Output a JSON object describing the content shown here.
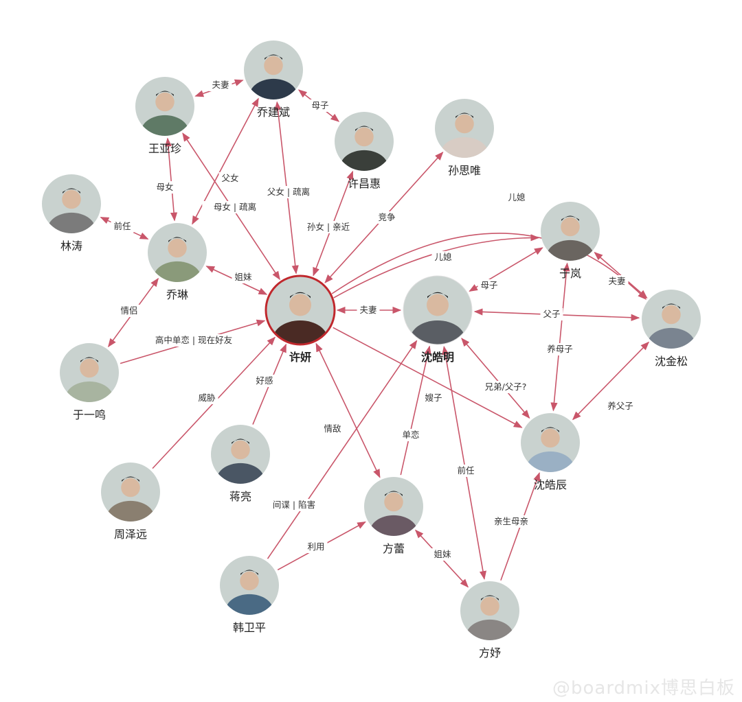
{
  "nodes": [
    {
      "id": "qiaojianbin",
      "name": "乔建斌"
    },
    {
      "id": "wangyazhen",
      "name": "王亚珍"
    },
    {
      "id": "xuchanghui",
      "name": "许昌惠"
    },
    {
      "id": "sunsiwei",
      "name": "孙思唯"
    },
    {
      "id": "lintao",
      "name": "林涛"
    },
    {
      "id": "qiaolin",
      "name": "乔琳"
    },
    {
      "id": "xuyan",
      "name": "许妍",
      "main": true
    },
    {
      "id": "shenhaoming",
      "name": "沈皓明",
      "main": true
    },
    {
      "id": "yulan",
      "name": "于岚"
    },
    {
      "id": "shenjinsong",
      "name": "沈金松"
    },
    {
      "id": "yuyiming",
      "name": "于一鸣"
    },
    {
      "id": "zhouzeyuan",
      "name": "周泽远"
    },
    {
      "id": "jiangliang",
      "name": "蒋亮"
    },
    {
      "id": "shenhaochen",
      "name": "沈皓辰"
    },
    {
      "id": "fanglei",
      "name": "方蕾"
    },
    {
      "id": "hanweiping",
      "name": "韩卫平"
    },
    {
      "id": "fangyu",
      "name": "方妤"
    }
  ],
  "edges": [
    {
      "from": "wangyazhen",
      "to": "qiaojianbin",
      "label": "夫妻",
      "dir": "both"
    },
    {
      "from": "qiaojianbin",
      "to": "xuchanghui",
      "label": "母子",
      "dir": "both"
    },
    {
      "from": "wangyazhen",
      "to": "qiaolin",
      "label": "母女",
      "dir": "both"
    },
    {
      "from": "qiaojianbin",
      "to": "qiaolin",
      "label": "父女",
      "dir": "both"
    },
    {
      "from": "wangyazhen",
      "to": "xuyan",
      "label": "母女 | 疏离",
      "dir": "both"
    },
    {
      "from": "qiaojianbin",
      "to": "xuyan",
      "label": "父女 | 疏离",
      "dir": "both"
    },
    {
      "from": "xuchanghui",
      "to": "xuyan",
      "label": "孙女 | 亲近",
      "dir": "both"
    },
    {
      "from": "sunsiwei",
      "to": "xuyan",
      "label": "竞争",
      "dir": "both"
    },
    {
      "from": "xuyan",
      "to": "shenjinsong",
      "label": "儿媳",
      "dir": "to"
    },
    {
      "from": "xuyan",
      "to": "yulan",
      "label": "儿媳",
      "dir": "to"
    },
    {
      "from": "lintao",
      "to": "qiaolin",
      "label": "前任",
      "dir": "both"
    },
    {
      "from": "qiaolin",
      "to": "xuyan",
      "label": "姐妹",
      "dir": "both"
    },
    {
      "from": "xuyan",
      "to": "shenhaoming",
      "label": "夫妻",
      "dir": "both"
    },
    {
      "from": "shenhaoming",
      "to": "yulan",
      "label": "母子",
      "dir": "both"
    },
    {
      "from": "yulan",
      "to": "shenjinsong",
      "label": "夫妻",
      "dir": "both"
    },
    {
      "from": "shenhaoming",
      "to": "shenjinsong",
      "label": "父子",
      "dir": "both"
    },
    {
      "from": "qiaolin",
      "to": "yuyiming",
      "label": "情侣",
      "dir": "both"
    },
    {
      "from": "yuyiming",
      "to": "xuyan",
      "label": "高中单恋 | 现在好友",
      "dir": "to"
    },
    {
      "from": "yulan",
      "to": "shenhaochen",
      "label": "养母子",
      "dir": "both"
    },
    {
      "from": "shenhaoming",
      "to": "shenhaochen",
      "label": "兄弟/父子?",
      "dir": "both"
    },
    {
      "from": "shenjinsong",
      "to": "shenhaochen",
      "label": "养父子",
      "dir": "both"
    },
    {
      "from": "xuyan",
      "to": "shenhaochen",
      "label": "嫂子",
      "dir": "to"
    },
    {
      "from": "zhouzeyuan",
      "to": "xuyan",
      "label": "威胁",
      "dir": "to"
    },
    {
      "from": "jiangliang",
      "to": "xuyan",
      "label": "好感",
      "dir": "to"
    },
    {
      "from": "xuyan",
      "to": "fanglei",
      "label": "情敌",
      "dir": "both"
    },
    {
      "from": "fanglei",
      "to": "shenhaoming",
      "label": "单恋",
      "dir": "to"
    },
    {
      "from": "fangyu",
      "to": "shenhaoming",
      "label": "前任",
      "dir": "both"
    },
    {
      "from": "fangyu",
      "to": "shenhaochen",
      "label": "亲生母亲",
      "dir": "to"
    },
    {
      "from": "hanweiping",
      "to": "shenhaoming",
      "label": "间谍 | 陷害",
      "dir": "to"
    },
    {
      "from": "hanweiping",
      "to": "fanglei",
      "label": "利用",
      "dir": "to"
    },
    {
      "from": "fanglei",
      "to": "fangyu",
      "label": "姐妹",
      "dir": "both"
    }
  ],
  "watermark": "@boardmix博思白板",
  "colors": {
    "edge": "#c9566a",
    "highlight": "#c0282d"
  }
}
